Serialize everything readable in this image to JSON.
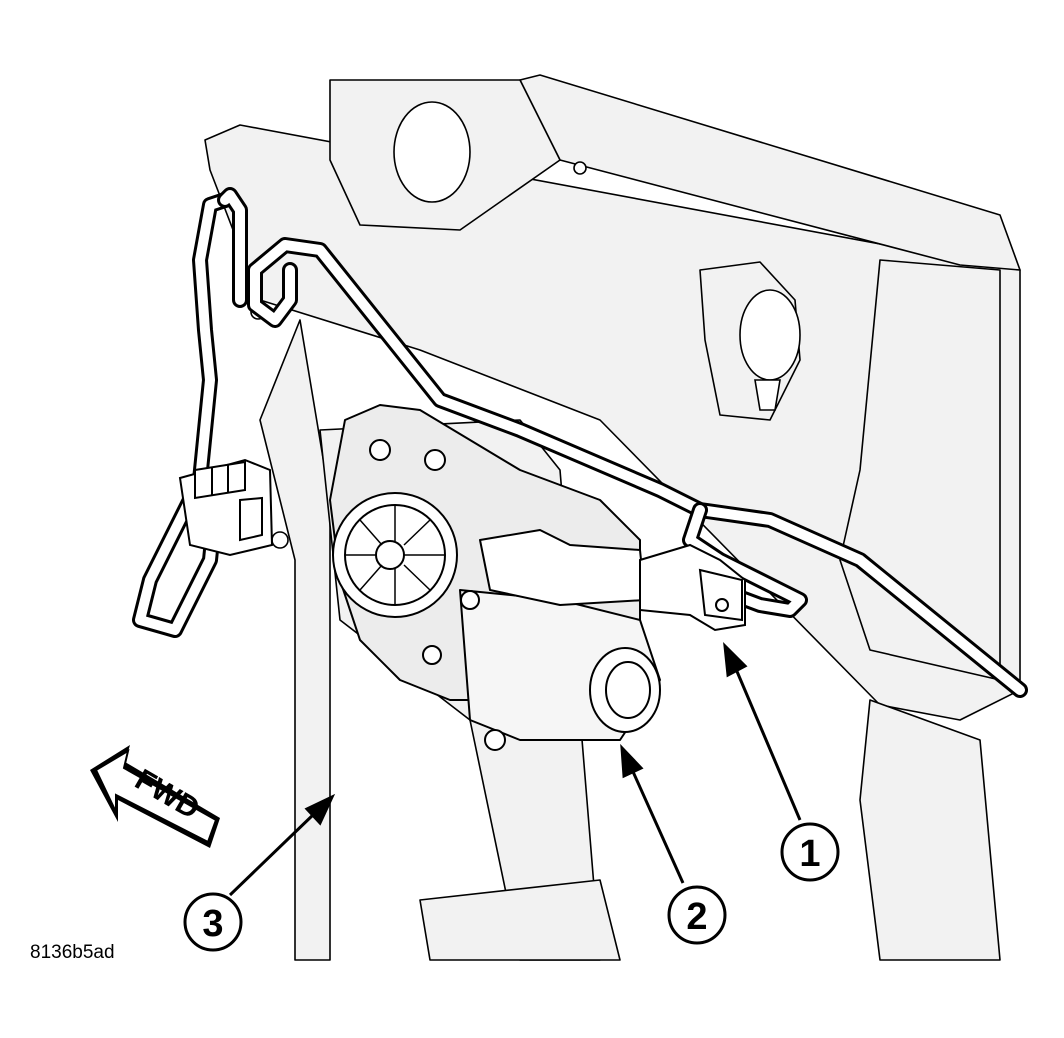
{
  "figure_id": "8136b5ad",
  "direction_label": "FWD",
  "callouts": [
    {
      "number": "1",
      "target": "connector"
    },
    {
      "number": "2",
      "target": "window-motor"
    },
    {
      "number": "3",
      "target": "door-inner-panel"
    }
  ],
  "colors": {
    "ink": "#000000",
    "panel_fill": "#f2f2f2",
    "background": "#ffffff"
  }
}
